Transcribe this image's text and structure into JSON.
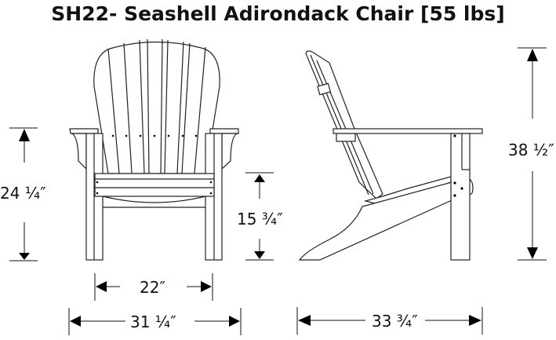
{
  "title": "SH22- Seashell Adirondack Chair [55 lbs]",
  "dimensions": {
    "front_height": "24 ¼″",
    "seat_height": "15 ¾″",
    "seat_width": "22″",
    "overall_width": "31 ¼″",
    "overall_height": "38 ½″",
    "overall_depth": "33 ¾″"
  }
}
